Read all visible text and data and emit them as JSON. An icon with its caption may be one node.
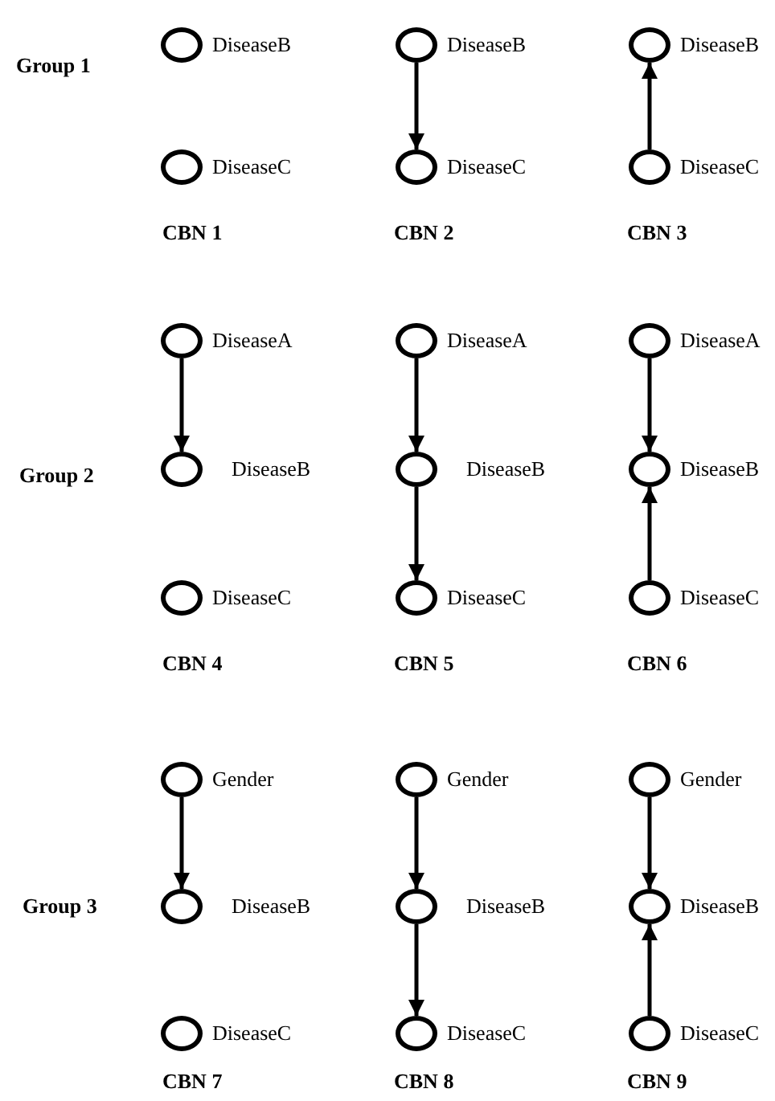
{
  "diagram": {
    "nodes": [
      {
        "text": [],
        "shape": "circle",
        "beside": [
          "DiseaseB"
        ]
      },
      {
        "text": [],
        "shape": "circle",
        "beside": [
          "DiseaseC"
        ]
      },
      {
        "text": [],
        "shape": "circle",
        "beside": [
          "DiseaseB"
        ]
      },
      {
        "text": [],
        "shape": "circle",
        "beside": [
          "DiseaseC"
        ]
      },
      {
        "text": [],
        "shape": "circle",
        "beside": [
          "DiseaseB"
        ]
      },
      {
        "text": [],
        "shape": "circle",
        "beside": [
          "DiseaseC"
        ]
      },
      {
        "text": [],
        "shape": "circle",
        "beside": [
          "DiseaseA"
        ]
      },
      {
        "text": [],
        "shape": "circle",
        "beside": [
          "DiseaseB"
        ]
      },
      {
        "text": [],
        "shape": "circle",
        "beside": [
          "DiseaseC"
        ]
      },
      {
        "text": [],
        "shape": "circle",
        "beside": [
          "DiseaseA"
        ]
      },
      {
        "text": [],
        "shape": "circle",
        "beside": [
          "DiseaseB"
        ]
      },
      {
        "text": [],
        "shape": "circle",
        "beside": [
          "DiseaseC"
        ]
      },
      {
        "text": [],
        "shape": "circle",
        "beside": [
          "DiseaseA"
        ]
      },
      {
        "text": [],
        "shape": "circle",
        "beside": [
          "DiseaseB"
        ]
      },
      {
        "text": [],
        "shape": "circle",
        "beside": [
          "DiseaseC"
        ]
      },
      {
        "text": [],
        "shape": "circle",
        "beside": [
          "Gender"
        ]
      },
      {
        "text": [],
        "shape": "circle",
        "beside": [
          "DiseaseB"
        ]
      },
      {
        "text": [],
        "shape": "circle",
        "beside": [
          "DiseaseC"
        ]
      },
      {
        "text": [],
        "shape": "circle",
        "beside": [
          "Gender"
        ]
      },
      {
        "text": [],
        "shape": "circle",
        "beside": [
          "DiseaseB"
        ]
      },
      {
        "text": [],
        "shape": "circle",
        "beside": [
          "DiseaseC"
        ]
      },
      {
        "text": [],
        "shape": "circle",
        "beside": [
          "Gender"
        ]
      },
      {
        "text": [],
        "shape": "circle",
        "beside": [
          "DiseaseB"
        ]
      },
      {
        "text": [],
        "shape": "circle",
        "beside": [
          "DiseaseC"
        ]
      }
    ],
    "edges": [
      {
        "from": 2,
        "to": 3,
        "arrow": "to"
      },
      {
        "from": 5,
        "to": 4,
        "arrow": "to"
      },
      {
        "from": 6,
        "to": 7,
        "arrow": "to"
      },
      {
        "from": 9,
        "to": 10,
        "arrow": "to"
      },
      {
        "from": 10,
        "to": 11,
        "arrow": "to"
      },
      {
        "from": 12,
        "to": 13,
        "arrow": "to"
      },
      {
        "from": 14,
        "to": 13,
        "arrow": "to"
      },
      {
        "from": 15,
        "to": 16,
        "arrow": "to"
      },
      {
        "from": 18,
        "to": 19,
        "arrow": "to"
      },
      {
        "from": 19,
        "to": 20,
        "arrow": "to"
      },
      {
        "from": 21,
        "to": 22,
        "arrow": "to"
      },
      {
        "from": 23,
        "to": 22,
        "arrow": "to"
      }
    ],
    "labels": [
      "Group 1",
      "CBN 1",
      "CBN 2",
      "CBN 3",
      "Group 2",
      "CBN 4",
      "CBN 5",
      "CBN 6",
      "Group 3",
      "CBN 7",
      "CBN 8",
      "CBN 9"
    ]
  }
}
